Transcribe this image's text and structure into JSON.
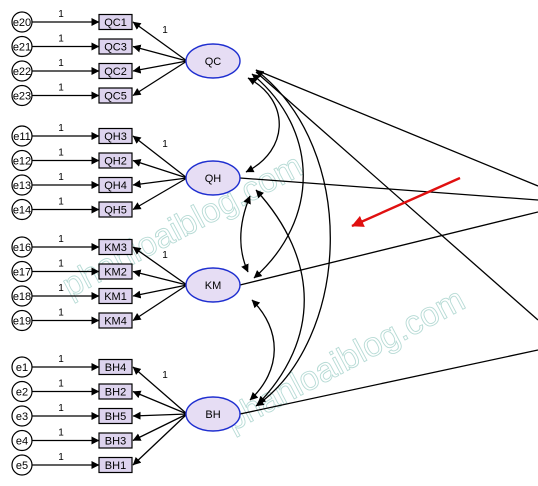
{
  "factors": [
    {
      "name": "QC",
      "loading_label": "1",
      "indicators": [
        {
          "error": "e20",
          "name": "QC1",
          "label": "1"
        },
        {
          "error": "e21",
          "name": "QC3",
          "label": "1"
        },
        {
          "error": "e22",
          "name": "QC2",
          "label": "1"
        },
        {
          "error": "e23",
          "name": "QC5",
          "label": "1"
        }
      ]
    },
    {
      "name": "QH",
      "loading_label": "1",
      "indicators": [
        {
          "error": "e11",
          "name": "QH3",
          "label": "1"
        },
        {
          "error": "e12",
          "name": "QH2",
          "label": "1"
        },
        {
          "error": "e13",
          "name": "QH4",
          "label": "1"
        },
        {
          "error": "e14",
          "name": "QH5",
          "label": "1"
        }
      ]
    },
    {
      "name": "KM",
      "loading_label": "1",
      "indicators": [
        {
          "error": "e16",
          "name": "KM3",
          "label": "1"
        },
        {
          "error": "e17",
          "name": "KM2",
          "label": "1"
        },
        {
          "error": "e18",
          "name": "KM1",
          "label": "1"
        },
        {
          "error": "e19",
          "name": "KM4",
          "label": "1"
        }
      ]
    },
    {
      "name": "BH",
      "loading_label": "1",
      "indicators": [
        {
          "error": "e1",
          "name": "BH4",
          "label": "1"
        },
        {
          "error": "e2",
          "name": "BH2",
          "label": "1"
        },
        {
          "error": "e3",
          "name": "BH5",
          "label": "1"
        },
        {
          "error": "e4",
          "name": "BH3",
          "label": "1"
        },
        {
          "error": "e5",
          "name": "BH1",
          "label": "1"
        }
      ]
    }
  ],
  "watermark": "phanloaiblog.com",
  "colors": {
    "latent_fill": "#e6ddf4",
    "latent_stroke": "#1f2fd0",
    "indicator_fill": "#ddd3ee",
    "highlight_arrow": "#e01010",
    "watermark": "#9fcfc8"
  }
}
